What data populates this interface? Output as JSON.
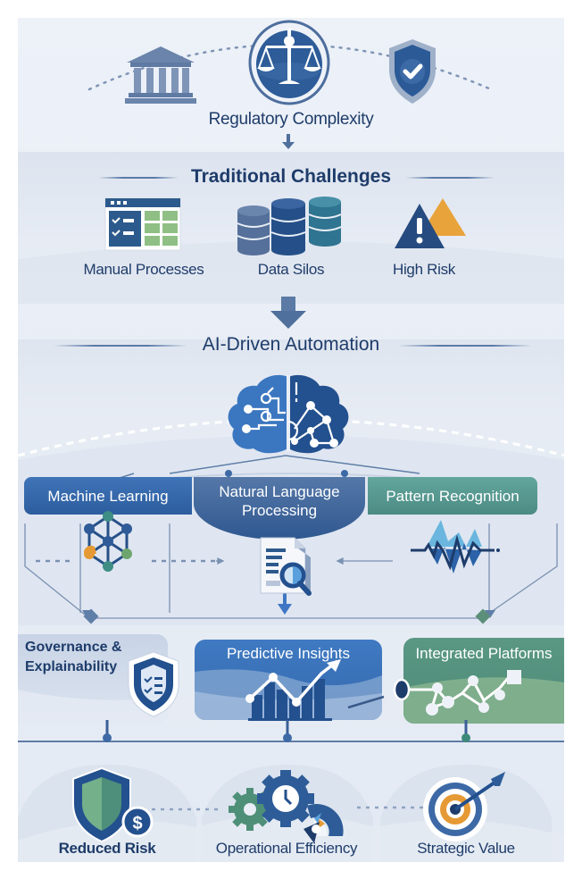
{
  "sections": {
    "regulatory": {
      "title": "Regulatory Complexity",
      "icons": [
        "bank-building-icon",
        "scales-of-justice-icon",
        "shield-check-icon"
      ]
    },
    "challenges": {
      "title": "Traditional Challenges",
      "items": [
        {
          "label": "Manual Processes",
          "icon": "spreadsheet-checklist-icon"
        },
        {
          "label": "Data Silos",
          "icon": "database-cylinders-icon"
        },
        {
          "label": "High Risk",
          "icon": "warning-triangle-icon"
        }
      ]
    },
    "automation": {
      "title": "AI-Driven Automation",
      "icon": "ai-brain-circuit-icon",
      "technologies": [
        {
          "label": "Machine Learning",
          "icon": "neural-network-icon"
        },
        {
          "label": "Natural Language Processing",
          "icon": "document-magnifier-icon"
        },
        {
          "label": "Pattern Recognition",
          "icon": "waveform-icon"
        }
      ]
    },
    "capabilities": {
      "items": [
        {
          "label": "Governance & Explainability",
          "icon": "shield-checklist-icon"
        },
        {
          "label": "Predictive Insights",
          "icon": "rising-chart-icon"
        },
        {
          "label": "Integrated Platforms",
          "icon": "connected-nodes-icon"
        }
      ]
    },
    "outcomes": {
      "items": [
        {
          "label": "Reduced Risk",
          "icon": "shield-dollar-icon"
        },
        {
          "label": "Operational Efficiency",
          "icon": "gears-clock-gauge-icon"
        },
        {
          "label": "Strategic Value",
          "icon": "target-arrow-icon"
        }
      ]
    }
  },
  "colors": {
    "navy": "#1e3c6a",
    "blue": "#2f63a8",
    "teal": "#4e8f88",
    "green": "#5c9a78",
    "orange": "#e69a35",
    "slate": "#6f86a8"
  }
}
